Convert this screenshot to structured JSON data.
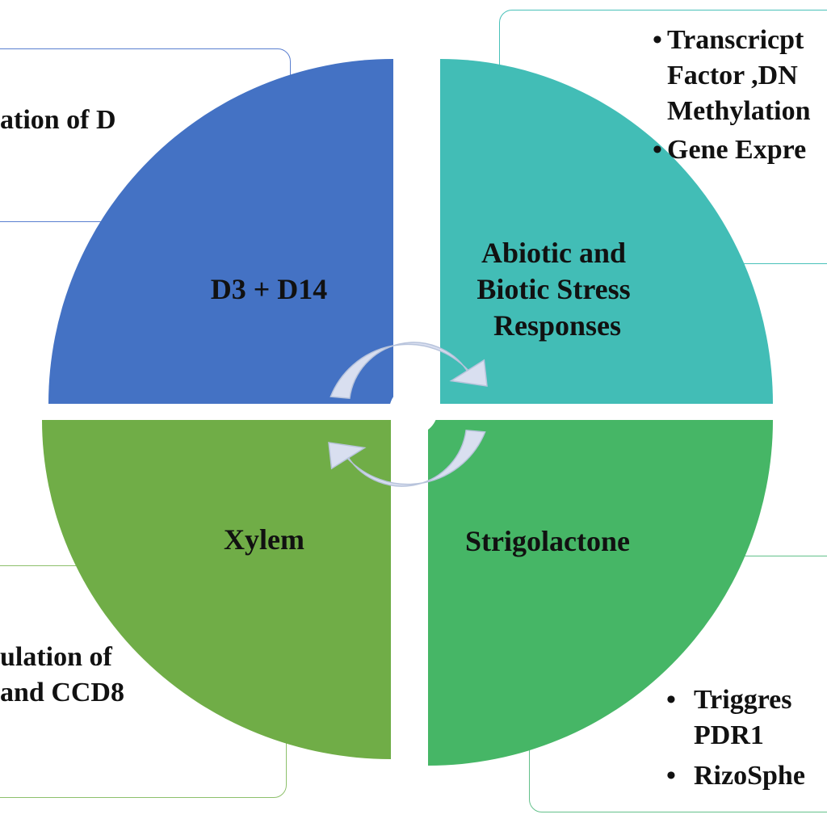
{
  "boxes": {
    "top_left": {
      "text": "ation  of D"
    },
    "top_right": {
      "items": [
        {
          "bullet": "•",
          "text": "Transcricpt\nFactor ,DN\nMethylation"
        },
        {
          "bullet": "•",
          "text": "Gene Expre"
        }
      ]
    },
    "bottom_left": {
      "text": "ulation of\nand CCD8"
    },
    "bottom_right": {
      "items": [
        {
          "bullet": "•",
          "text": "Triggres\nPDR1"
        },
        {
          "bullet": "•",
          "text": "RizoSphe"
        }
      ]
    }
  },
  "quadrants": {
    "top_left": {
      "label": "D3 + D14",
      "color": "#4472c4"
    },
    "top_right": {
      "lines": [
        "Abiotic  and",
        "Biotic Stress",
        "Responses"
      ],
      "color": "#42bdb6"
    },
    "bottom_left": {
      "label": "Xylem",
      "color": "#70ad47"
    },
    "bottom_right": {
      "label": "Strigolactone",
      "color": "#46b666"
    }
  },
  "cycle_arrows": {
    "color": "#d9dff0",
    "stroke": "#b8c4dc"
  }
}
